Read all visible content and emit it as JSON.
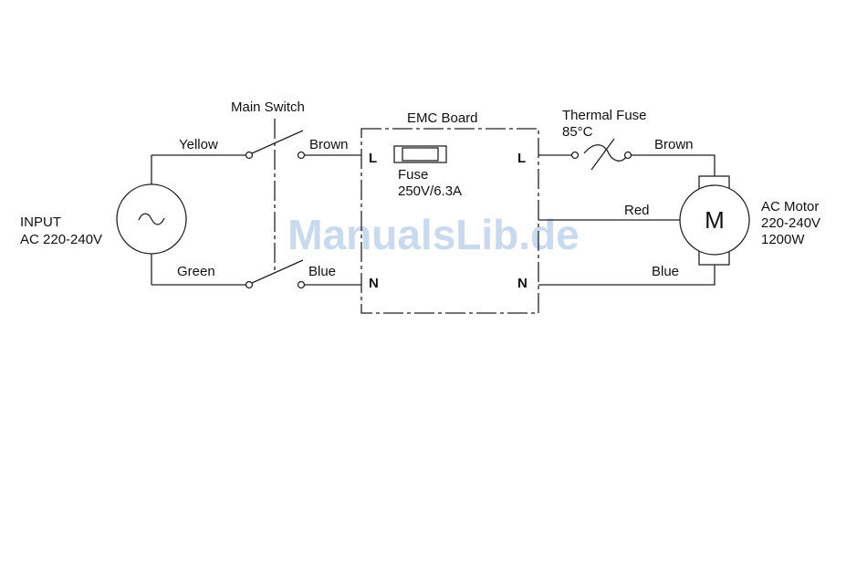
{
  "watermark": "ManualsLib.de",
  "input": {
    "line1": "INPUT",
    "line2": "AC 220-240V"
  },
  "main_switch": {
    "label": "Main Switch"
  },
  "wires": {
    "yellow": "Yellow",
    "green": "Green",
    "brown_in": "Brown",
    "blue_in": "Blue",
    "red": "Red",
    "brown_out": "Brown",
    "blue_out": "Blue"
  },
  "emc_board": {
    "label": "EMC Board",
    "terminals": {
      "l_in": "L",
      "n_in": "N",
      "l_out": "L",
      "n_out": "N"
    },
    "fuse": {
      "line1": "Fuse",
      "line2": "250V/6.3A"
    }
  },
  "thermal_fuse": {
    "line1": "Thermal Fuse",
    "line2": "85°C"
  },
  "motor": {
    "symbol": "M",
    "line1": "AC Motor",
    "line2": "220-240V",
    "line3": "1200W"
  }
}
